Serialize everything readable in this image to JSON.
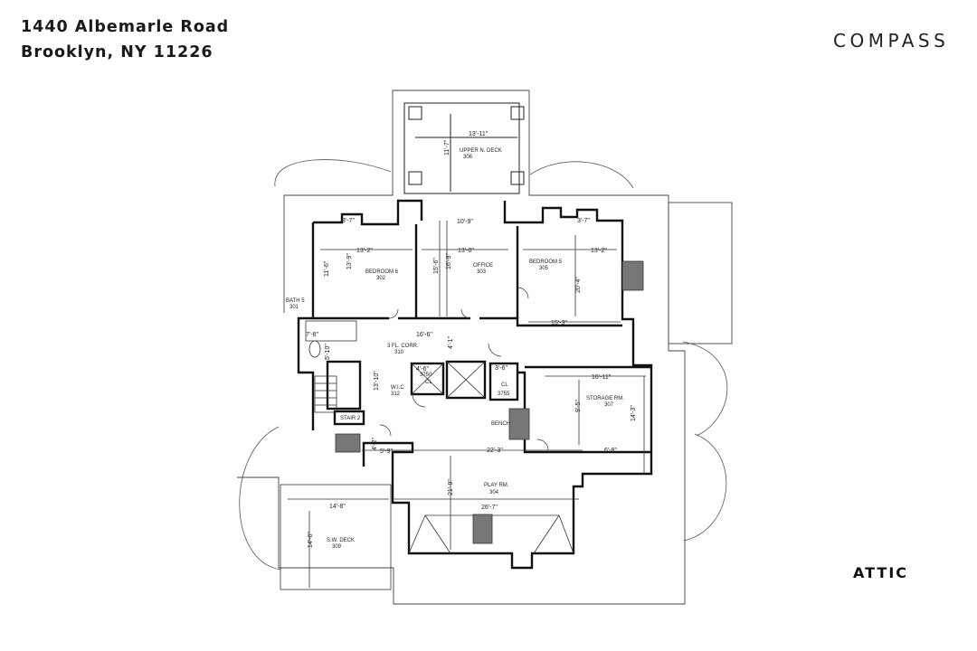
{
  "header": {
    "address_line1": "1440 Albemarle Road",
    "address_line2": "Brooklyn, NY 11226"
  },
  "brand": {
    "logo_text": "COMPASS"
  },
  "floor_name": "ATTIC",
  "rooms": {
    "upper_deck": {
      "name": "UPPER N. DECK",
      "code": "306"
    },
    "bedroom6": {
      "name": "BEDROOM 6",
      "code": "302"
    },
    "office": {
      "name": "OFFICE",
      "code": "303"
    },
    "bedroom5": {
      "name": "BEDROOM 5",
      "code": "305"
    },
    "bath5": {
      "name": "BATH 5",
      "code": "301"
    },
    "corridor": {
      "name": "3 FL. CORR.",
      "code": "310"
    },
    "wic": {
      "name": "W.I.C",
      "code": "312"
    },
    "cl_left": {
      "name": "CL",
      "code": "3750"
    },
    "cl_right": {
      "name": "CL",
      "code": "3755"
    },
    "storage": {
      "name": "STORAGE RM.",
      "code": "307"
    },
    "stair": {
      "name": "STAIR 2",
      "code": ""
    },
    "play": {
      "name": "PLAY RM.",
      "code": "304"
    },
    "sw_deck": {
      "name": "S.W. DECK",
      "code": "309"
    },
    "bench": {
      "name": "BENCH",
      "code": ""
    }
  },
  "dimensions": {
    "deck_w": "13'-11\"",
    "deck_h": "11'-7\"",
    "b6_small": "3'-7\"",
    "b6_w": "13'-2\"",
    "b6_h1": "13'-9\"",
    "b6_h2": "11'-6\"",
    "off_w1": "10'-9\"",
    "off_w2": "13'-0\"",
    "off_h1": "16'-9\"",
    "off_h2": "15'-6\"",
    "b5_small": "3'-7\"",
    "b5_w": "13'-2\"",
    "b5_h": "20'-4\"",
    "hall_w": "15'-3\"",
    "corr_w": "16'-6\"",
    "corr_h": "4'-1\"",
    "bath_h": "7'-8\"",
    "bath_w": "5'-10\"",
    "stair_h": "13'-10\"",
    "cl_l_w": "4'-6\"",
    "cl_r_w": "3'-6\"",
    "st_w": "16'-11\"",
    "st_h1": "9'-5\"",
    "st_h2": "14'-3\"",
    "st_small": "6'-8\"",
    "stair_w": "4'-2\"",
    "land_w": "5'-9\"",
    "play_w1": "22'-3\"",
    "play_w2": "26'-7\"",
    "play_h": "21'-9\"",
    "sw_w": "14'-8\"",
    "sw_h": "14'-6\""
  }
}
